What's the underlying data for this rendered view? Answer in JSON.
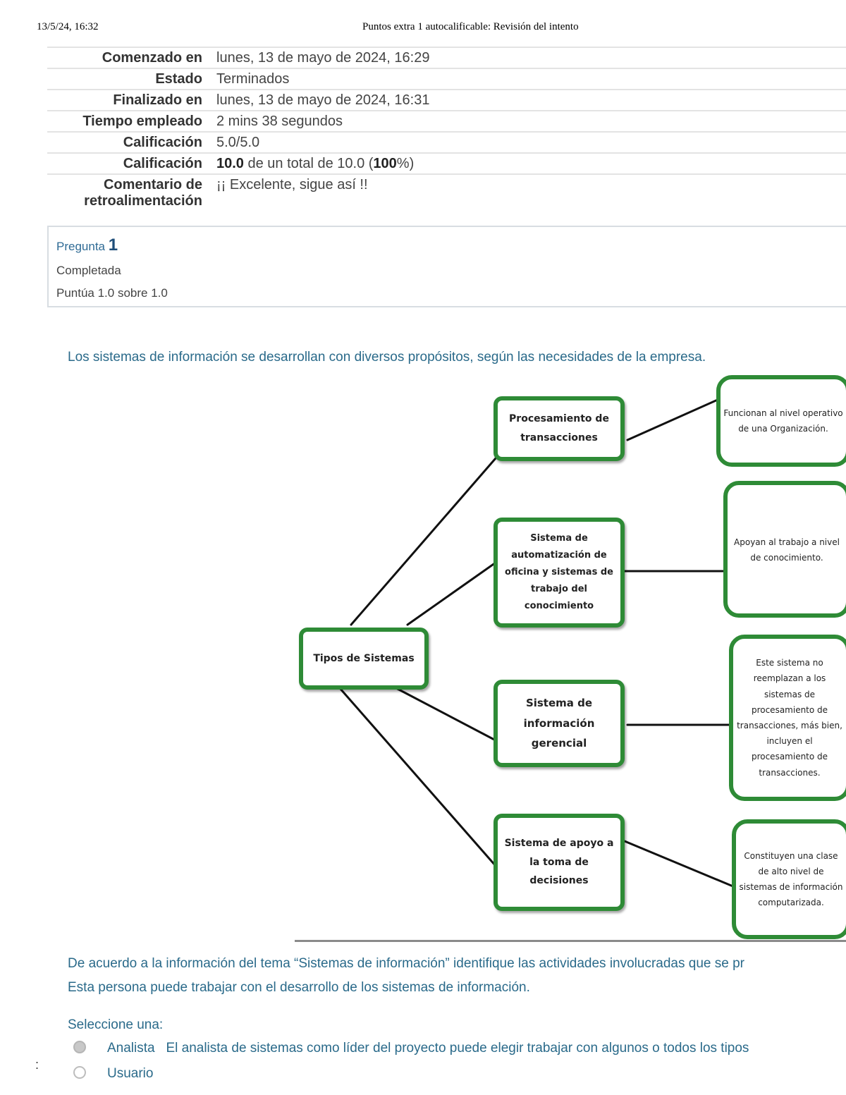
{
  "print_header": {
    "date": "13/5/24, 16:32",
    "title": "Puntos extra 1 autocalificable: Revisión del intento"
  },
  "summary": [
    {
      "label": "Comenzado en",
      "value": "lunes, 13 de mayo de 2024, 16:29"
    },
    {
      "label": "Estado",
      "value": "Terminados"
    },
    {
      "label": "Finalizado en",
      "value": "lunes, 13 de mayo de 2024, 16:31"
    },
    {
      "label": "Tiempo empleado",
      "value": "2 mins 38 segundos"
    },
    {
      "label": "Calificación",
      "value": "5.0/5.0"
    },
    {
      "label": "Calificación",
      "value_bold": "10.0",
      "value_mid": " de un total de 10.0 (",
      "value_bold2": "100",
      "value_end": "%)"
    },
    {
      "label": "Comentario de retroalimentación",
      "value": "¡¡ Excelente, sigue así !!"
    }
  ],
  "question_info": {
    "label": "Pregunta",
    "number": "1",
    "state": "Completada",
    "grade": "Puntúa 1.0 sobre 1.0"
  },
  "intro": "Los sistemas de información se desarrollan con diversos propósitos, según las necesidades de la empresa.",
  "diagram": {
    "root": "Tipos de Sistemas",
    "branches": [
      {
        "title": "Procesamiento de transacciones",
        "desc": "Funcionan al nivel operativo de una Organización."
      },
      {
        "title": "Sistema de automatización de oficina y sistemas de trabajo del conocimiento",
        "desc": "Apoyan al trabajo a nivel de conocimiento."
      },
      {
        "title": "Sistema de información gerencial",
        "desc": "Este sistema no reemplazan a los sistemas de procesamiento de transacciones, más bien, incluyen el procesamiento de transacciones."
      },
      {
        "title": "Sistema de apoyo a la toma de decisiones",
        "desc": "Constituyen una clase de alto nivel de sistemas de información computarizada."
      }
    ]
  },
  "question": {
    "line1": "De acuerdo a la información del tema “Sistemas de información”  identifique las actividades involucradas que se pr",
    "line2": "Esta persona puede trabajar con  el desarrollo de los sistemas de información.",
    "prompt": "Seleccione una:",
    "options": [
      {
        "label": "Analista",
        "feedback": "El analista de sistemas como líder del proyecto puede elegir trabajar con algunos o todos los tipos",
        "checked": true
      },
      {
        "label": "Usuario",
        "feedback": "",
        "checked": false
      }
    ]
  },
  "side_mark": ":"
}
